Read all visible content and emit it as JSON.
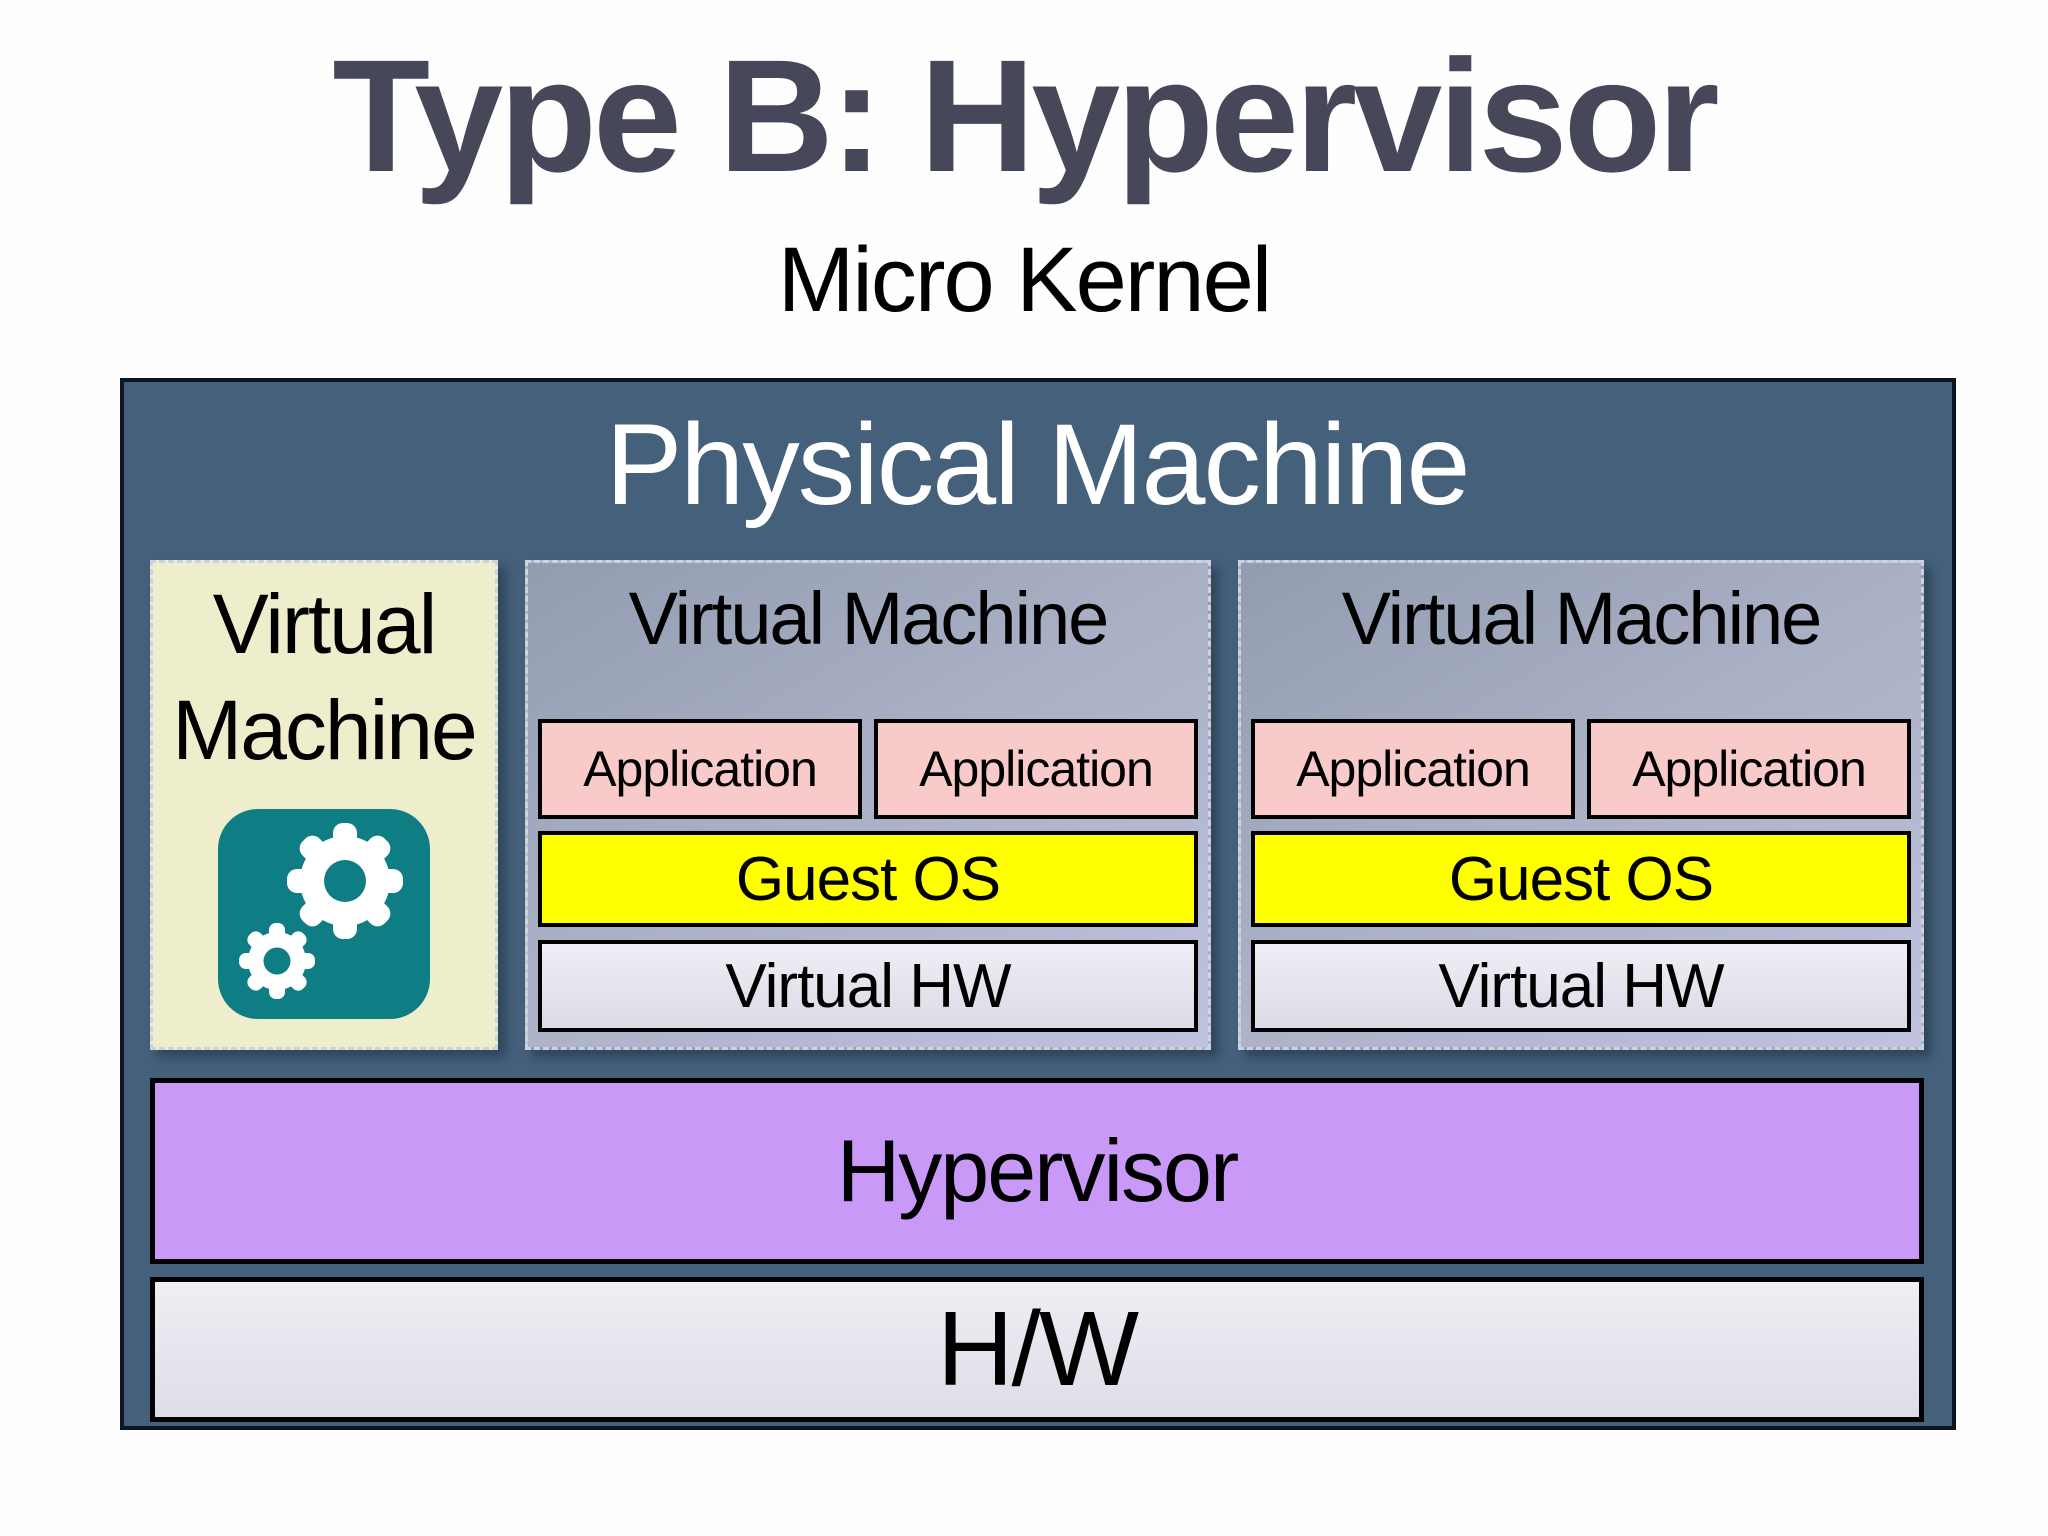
{
  "title": "Type B: Hypervisor",
  "subtitle": "Micro Kernel",
  "physical_machine": {
    "label": "Physical Machine",
    "vm_appliance": {
      "label": "Virtual Machine",
      "icon": "gears-icon"
    },
    "vms": [
      {
        "label": "Virtual Machine",
        "applications": [
          "Application",
          "Application"
        ],
        "guest_os": "Guest OS",
        "virtual_hw": "Virtual HW"
      },
      {
        "label": "Virtual Machine",
        "applications": [
          "Application",
          "Application"
        ],
        "guest_os": "Guest OS",
        "virtual_hw": "Virtual HW"
      }
    ],
    "hypervisor": "Hypervisor",
    "hardware": "H/W"
  },
  "colors": {
    "title_text": "#47475a",
    "physical_machine_bg": "#44607b",
    "vm_appliance_bg": "#eeeecd",
    "gear_tile_bg": "#0e7d84",
    "vm_gradient_top": "#929cb0",
    "vm_gradient_bottom": "#bfc2de",
    "application_bg": "#f9caca",
    "guest_os_bg": "#ffff00",
    "virtual_hw_bg": "#e7e6ee",
    "hypervisor_bg": "#c999f7",
    "hardware_bg": "#e7e6ee"
  }
}
